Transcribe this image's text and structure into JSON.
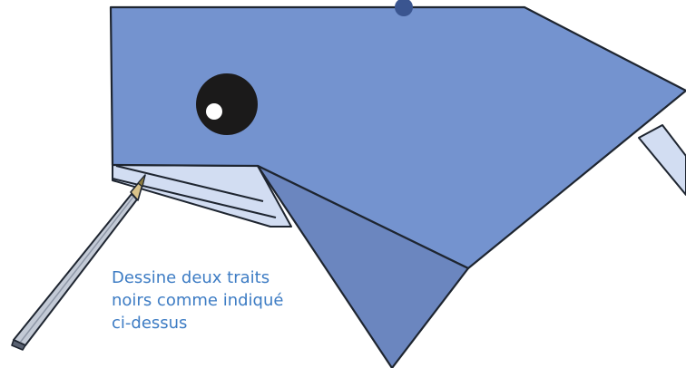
{
  "instruction": {
    "lines": [
      "Dessine deux traits",
      "noirs comme indiqué",
      "ci-dessus"
    ]
  },
  "colors": {
    "body": "#7493cf",
    "fin": "#6b86bf",
    "underside": "#d2ddf2",
    "outline": "#1e2530",
    "eye": "#1b1a1a",
    "eye_highlight": "#ffffff",
    "text": "#3d7cc4",
    "pencil_body": "#c3cad6",
    "pencil_tip": "#8b7a3e"
  },
  "icons": [
    "pencil-icon"
  ]
}
